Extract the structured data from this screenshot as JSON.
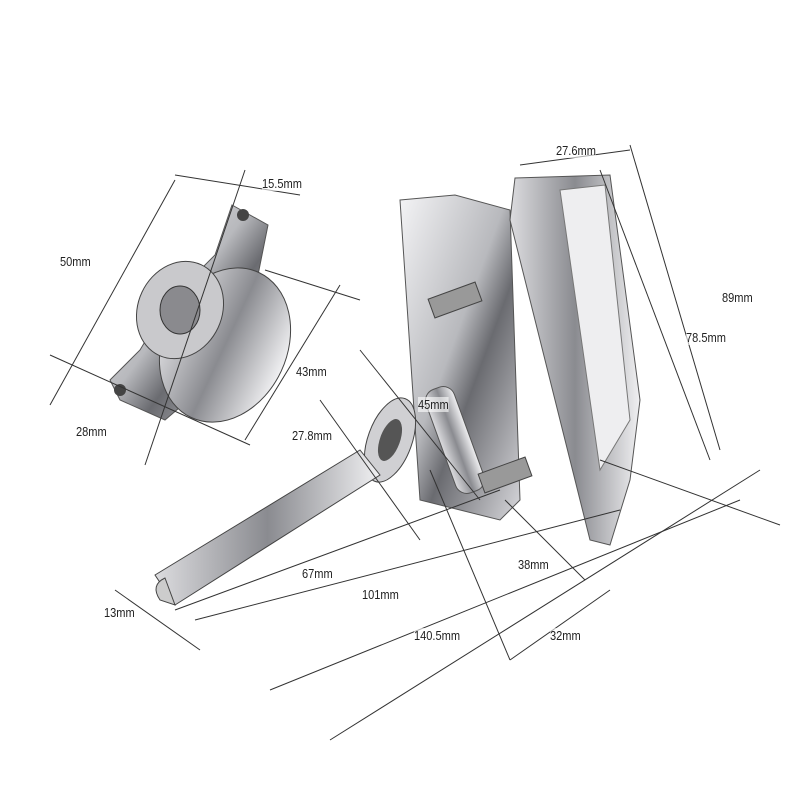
{
  "dimensions": {
    "mount_width": "15.5mm",
    "mount_length": "50mm",
    "mount_diameter": "43mm",
    "mount_depth": "28mm",
    "handle_width": "27.6mm",
    "handle_height_outer": "89mm",
    "handle_height_inner": "78.5mm",
    "barrel_diameter": "45mm",
    "washer_diameter": "27.8mm",
    "base_width": "38mm",
    "thread_length": "67mm",
    "spindle_length": "101mm",
    "total_length": "140.5mm",
    "handle_depth": "32mm",
    "tip_diameter": "13mm"
  },
  "colors": {
    "metal_light": "#e8e8ea",
    "metal_mid": "#b5b6ba",
    "metal_dark": "#5a5b60",
    "line": "#333333"
  }
}
